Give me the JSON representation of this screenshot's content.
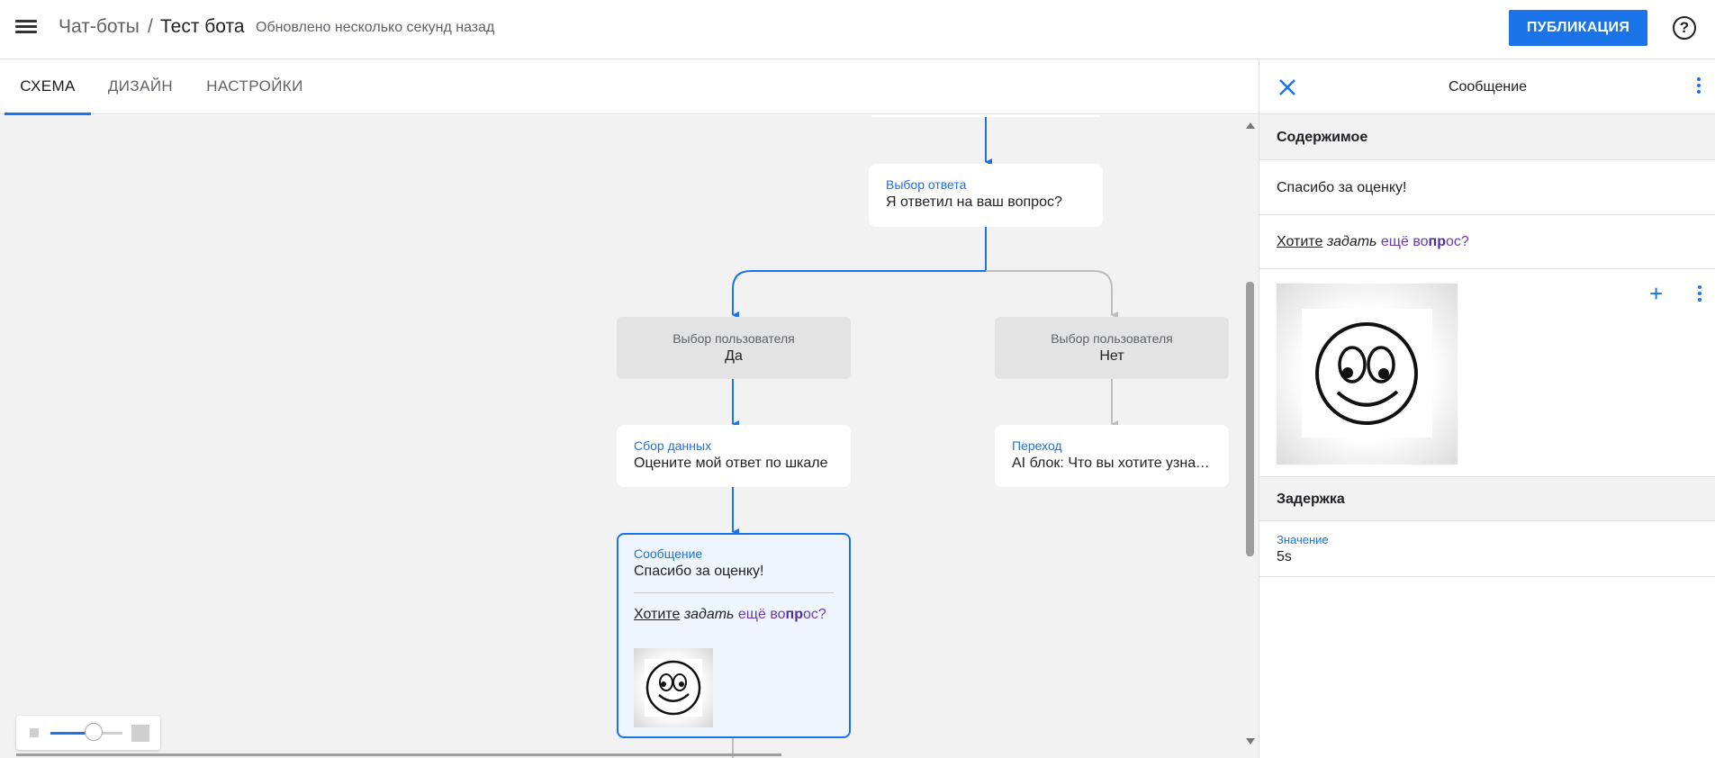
{
  "header": {
    "breadcrumb_root": "Чат-боты",
    "breadcrumb_sep": "/",
    "breadcrumb_current": "Тест бота",
    "updated": "Обновлено несколько секунд назад",
    "publish_label": "ПУБЛИКАЦИЯ",
    "help_glyph": "?"
  },
  "tabs": [
    {
      "label": "СХЕМА",
      "active": true
    },
    {
      "label": "ДИЗАЙН",
      "active": false
    },
    {
      "label": "НАСТРОЙКИ",
      "active": false
    }
  ],
  "canvas": {
    "answer_node": {
      "type": "Выбор ответа",
      "text": "Я ответил на ваш вопрос?"
    },
    "choice_yes": {
      "type": "Выбор пользователя",
      "text": "Да"
    },
    "choice_no": {
      "type": "Выбор пользователя",
      "text": "Нет"
    },
    "collect_node": {
      "type": "Сбор данных",
      "text": "Оцените мой ответ по шкале"
    },
    "jump_node": {
      "type": "Переход",
      "text": "AI блок: Что вы хотите узнать?"
    },
    "message_node": {
      "type": "Сообщение",
      "text": "Спасибо за оценку!",
      "line2_a": "Хотите",
      "line2_b": "задать",
      "line2_c": "ещё во",
      "line2_d": "пр",
      "line2_e": "ос?"
    }
  },
  "panel": {
    "title": "Сообщение",
    "content_head": "Содержимое",
    "content_text": "Спасибо за оценку!",
    "content_line2_a": "Хотите",
    "content_line2_b": "задать",
    "content_line2_c": "ещё во",
    "content_line2_d": "пр",
    "content_line2_e": "ос?",
    "delay_head": "Задержка",
    "delay_label": "Значение",
    "delay_value": "5s"
  },
  "icons": {
    "menu": "menu-icon",
    "help": "help-icon",
    "close": "close-icon",
    "more": "more-vert-icon",
    "add": "plus-icon",
    "image": "smiley-image"
  },
  "colors": {
    "accent": "#1a73e8",
    "canvas_bg": "#f2f2f2",
    "choice_bg": "#e3e3e3",
    "selected_bg": "#eef5fc",
    "link_purple": "#673ab7",
    "inactive_line": "#bdbdbd"
  },
  "zoom_level": 0.6
}
